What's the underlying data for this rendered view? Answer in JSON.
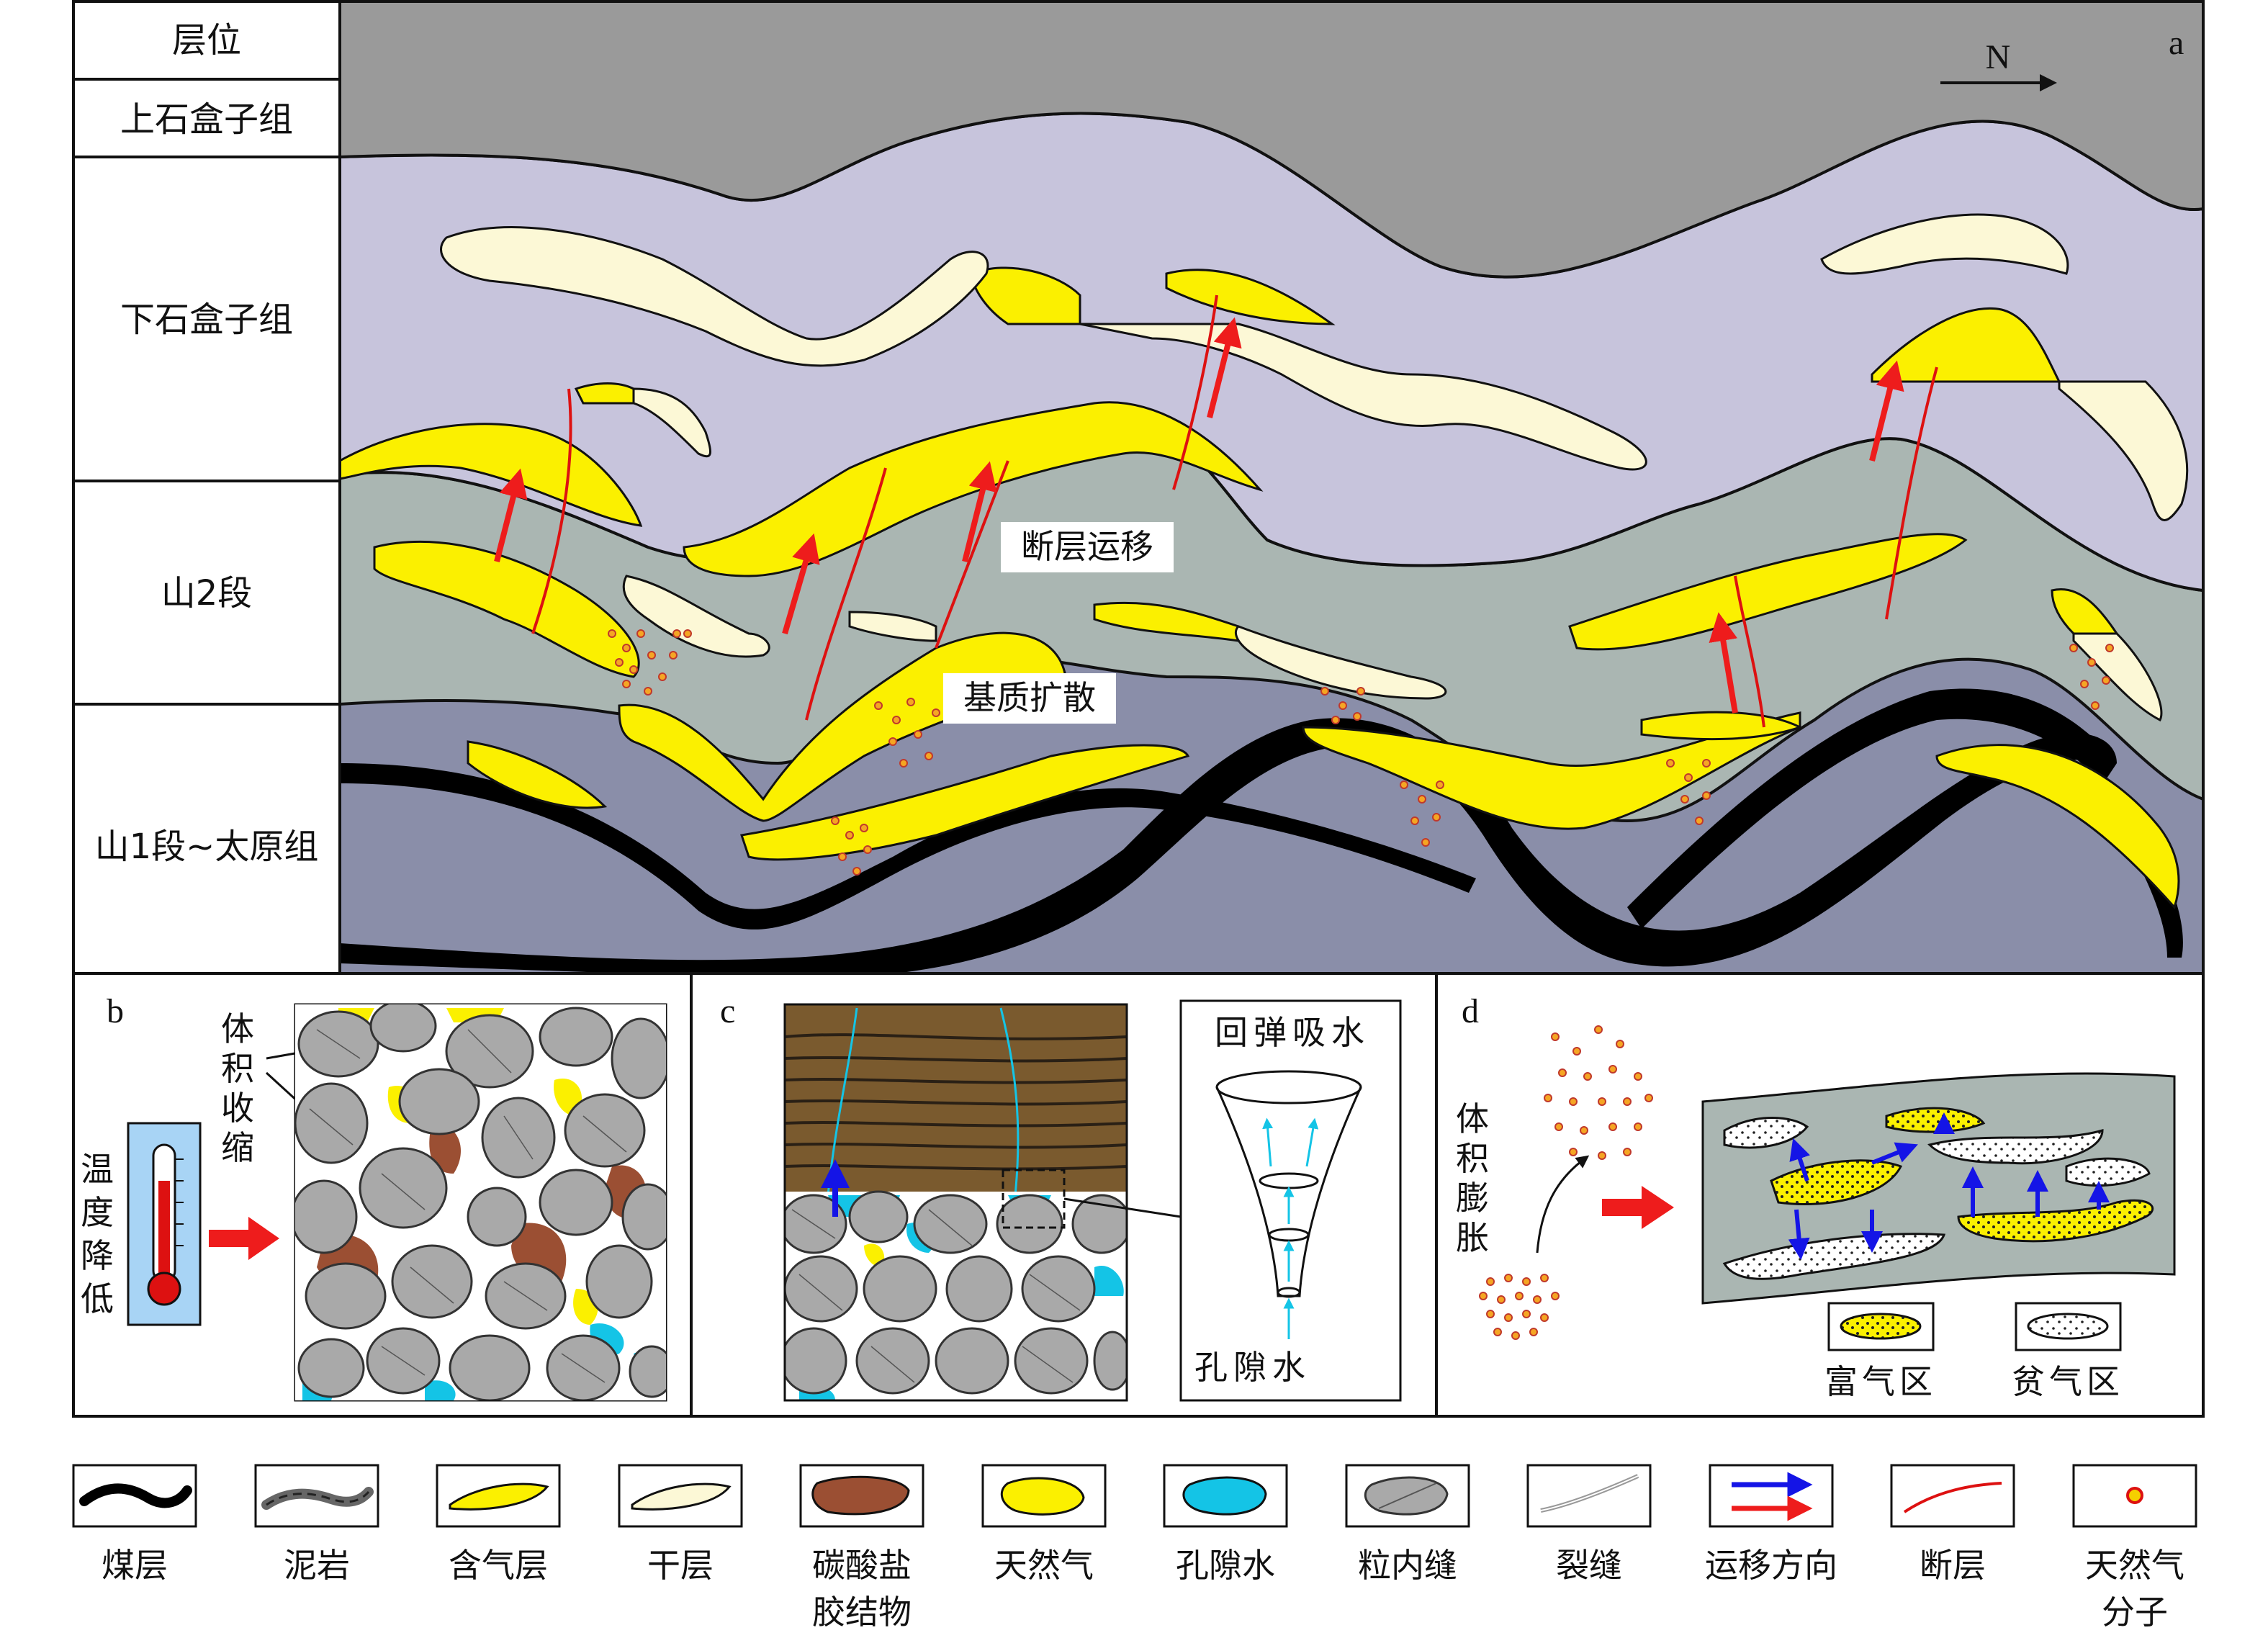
{
  "panel_a": {
    "letter": "a",
    "north": "N",
    "strata": {
      "header": "层位",
      "upper_shihezi": "上石盒子组",
      "lower_shihezi": "下石盒子组",
      "shan2": "山2段",
      "shan1_taiyuan": "山1段~太原组"
    },
    "labels": {
      "fault_migration": "断层运移",
      "matrix_diffusion": "基质扩散"
    }
  },
  "panel_b": {
    "letter": "b",
    "volume_shrink": [
      "体",
      "积",
      "收",
      "缩"
    ],
    "temp_drop": [
      "温",
      "度",
      "降",
      "低"
    ]
  },
  "panel_c": {
    "letter": "c",
    "rebound": "回弹吸水",
    "pore_water": "孔隙水"
  },
  "panel_d": {
    "letter": "d",
    "volume_expand": [
      "体",
      "积",
      "膨",
      "胀"
    ],
    "rich_gas": "富气区",
    "poor_gas": "贫气区"
  },
  "legend": [
    {
      "label": "煤层",
      "label2": ""
    },
    {
      "label": "泥岩",
      "label2": ""
    },
    {
      "label": "含气层",
      "label2": ""
    },
    {
      "label": "干层",
      "label2": ""
    },
    {
      "label": "碳酸盐",
      "label2": "胶结物"
    },
    {
      "label": "天然气",
      "label2": ""
    },
    {
      "label": "孔隙水",
      "label2": ""
    },
    {
      "label": "粒内缝",
      "label2": ""
    },
    {
      "label": "裂缝",
      "label2": ""
    },
    {
      "label": "运移方向",
      "label2": ""
    },
    {
      "label": "断层",
      "label2": ""
    },
    {
      "label": "天然气",
      "label2": "分子"
    }
  ],
  "colors": {
    "upper_layer": "#9a9a9a",
    "lower_shihezi": "#c7c4dc",
    "shan2": "#aab6b2",
    "shan1": "#8a8ea9",
    "gas_layer": "#fbf000",
    "dry_layer": "#fcf8d6",
    "coal": "#000000",
    "carbonate": "#9b4f33",
    "pore_water": "#14c4e6",
    "grain": "#a9a9a9",
    "fault": "#dd1111",
    "arrow_red": "#ee1c1c",
    "arrow_blue": "#1414e6",
    "molecule": "#f5a623",
    "mudstone": "#7a5a2e"
  }
}
